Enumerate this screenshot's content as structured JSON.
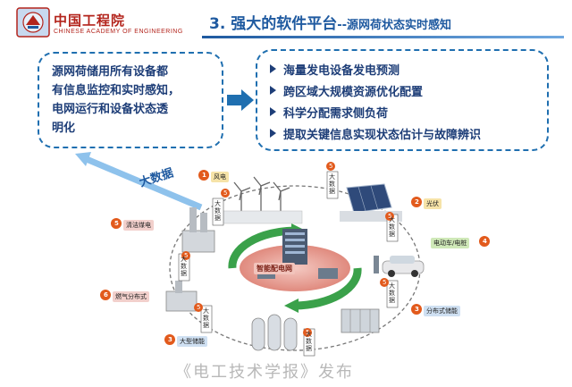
{
  "header": {
    "org_cn": "中国工程院",
    "org_en": "CHINESE ACADEMY OF ENGINEERING",
    "title_main": "3. 强大的软件平台",
    "title_sub": "--源网荷状态实时感知"
  },
  "left_box": {
    "lines": [
      "源网荷储用所有设备都",
      "有信息监控和实时感知，",
      "电网运行和设备状态透",
      "明化"
    ]
  },
  "right_box": {
    "items": [
      "海量发电设备发电预测",
      "跨区域大规模资源优化配置",
      "科学分配需求侧负荷",
      "提取关键信息实现状态估计与故障辨识"
    ]
  },
  "diagram": {
    "arrow_label": "大数据",
    "center_label": "智能配电网",
    "big_data_tag": "大数据",
    "nodes": [
      {
        "num": "1",
        "label": "风电"
      },
      {
        "num": "2",
        "label": "光伏"
      },
      {
        "num": "4",
        "label": "电动车/电桩"
      },
      {
        "num": "3",
        "label": "分布式储能"
      },
      {
        "num": "3",
        "label": "大型储能"
      },
      {
        "num": "6",
        "label": "燃气分布式"
      },
      {
        "num": "5",
        "label": "清洁煤电"
      }
    ],
    "ring_nums": [
      "5",
      "5",
      "5",
      "5",
      "5",
      "5",
      "5"
    ]
  },
  "watermark": "《电工技术学报》发布",
  "colors": {
    "title_blue": "#1f5aa0",
    "text_navy": "#1e3e78",
    "accent_red": "#b3241c",
    "badge_orange": "#e25a1c",
    "ring_green": "#3aa14a"
  }
}
